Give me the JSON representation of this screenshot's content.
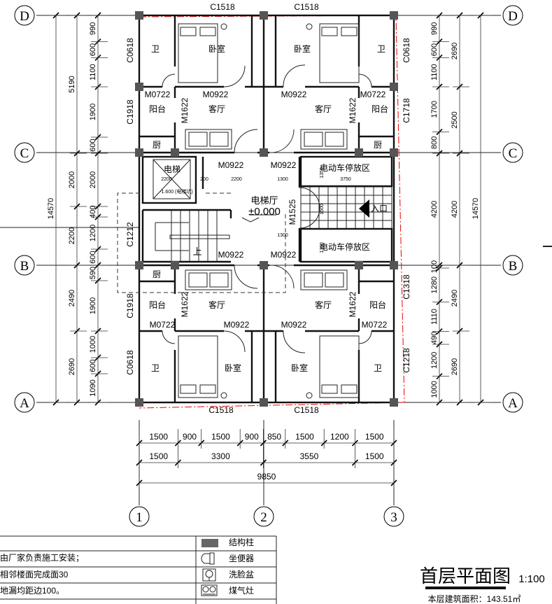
{
  "drawing": {
    "title": "首层平面图",
    "scale": "1:100",
    "area_label": "本层建筑面积：143.51㎡"
  },
  "axes": {
    "rows": [
      "D",
      "C",
      "B",
      "A"
    ],
    "cols": [
      "1",
      "2",
      "3"
    ]
  },
  "dims_left": {
    "total": "14570",
    "mid": [
      "5190",
      "2000",
      "2200",
      "2490",
      "2690"
    ],
    "inner": [
      "990",
      "600",
      "1100",
      "1900",
      "600",
      "2000",
      "400",
      "1200",
      "600",
      "590",
      "1900",
      "1000",
      "600",
      "1090"
    ]
  },
  "dims_right": {
    "total": "14570",
    "mid": [
      "2690",
      "2500",
      "4200",
      "2490",
      "2690"
    ],
    "inner": [
      "990",
      "600",
      "1100",
      "1700",
      "800",
      "4200",
      "100",
      "1280",
      "1110",
      "490",
      "1200",
      "1000"
    ]
  },
  "dims_bottom": {
    "row1": [
      "1500",
      "900",
      "1500",
      "900",
      "850",
      "1500",
      "1200",
      "1500"
    ],
    "row2": [
      "1500",
      "3300",
      "3550",
      "1500"
    ],
    "total": "9850"
  },
  "windows": {
    "top": [
      "C1518",
      "C1518"
    ],
    "bottom": [
      "C1518",
      "C1518"
    ],
    "left": [
      "C0618",
      "C1918",
      "C1212",
      "C1918",
      "C0618"
    ],
    "right": [
      "C0618",
      "C1718",
      "C1318",
      "C1218"
    ]
  },
  "rooms": {
    "north": [
      "卫",
      "卧室",
      "卧室",
      "卫",
      "阳台",
      "客厅",
      "客厅",
      "阳台",
      "厨",
      "厨"
    ],
    "middle": [
      "电梯",
      "电动车停放区",
      "电动车停放区",
      "电梯厅",
      "±0.000",
      "入口",
      "上",
      "-1.600 (电梯坑)"
    ],
    "south": [
      "厨",
      "阳台",
      "客厅",
      "客厅",
      "阳台",
      "卫",
      "卧室",
      "卧室",
      "卫"
    ]
  },
  "doors": {
    "north": [
      "M0722",
      "M0922",
      "M0922",
      "M0722",
      "M1622",
      "M1622"
    ],
    "middle": [
      "M0922",
      "M0922",
      "M1525",
      "M0922",
      "M0922"
    ],
    "south": [
      "M1622",
      "M1622",
      "M0722",
      "M0922",
      "M0922",
      "M0722"
    ]
  },
  "inner_dims": [
    "2200",
    "200",
    "2200",
    "1300",
    "3750",
    "1350",
    "1500",
    "1350",
    "1300"
  ],
  "legend": {
    "notes": [
      "由厂家负责施工安装；",
      "相邻楼面完成面30",
      "地漏均距边100。"
    ],
    "items": [
      "结构柱",
      "坐便器",
      "洗脸盆",
      "煤气灶"
    ]
  }
}
